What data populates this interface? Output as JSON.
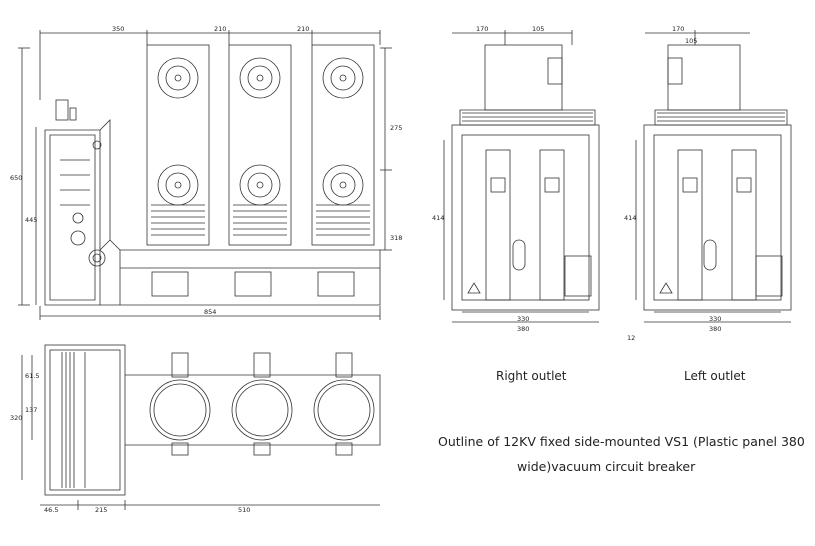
{
  "front_view": {
    "dims": {
      "top_left": "350",
      "top_mid": "210",
      "top_right": "210",
      "right_upper": "275",
      "right_lower": "318",
      "left_total": "650",
      "left_inner": "445",
      "bottom": "854"
    }
  },
  "right_outlet_view": {
    "dims": {
      "top_a": "170",
      "top_b": "105",
      "height": "414",
      "inner_width": "330",
      "outer_width": "380"
    }
  },
  "left_outlet_view": {
    "dims": {
      "top_a": "170",
      "top_b": "105",
      "height": "414",
      "inner_width": "330",
      "outer_width": "380",
      "offset": "12"
    }
  },
  "plan_view": {
    "dims": {
      "left_a": "61.5",
      "left_b": "137",
      "left_total": "320",
      "bottom_a": "46.5",
      "bottom_b": "215",
      "bottom_c": "510"
    }
  },
  "labels": {
    "right_outlet": "Right outlet",
    "left_outlet": "Left outlet",
    "caption_line1": "Outline of 12KV fixed side-mounted VS1 (Plastic panel 380",
    "caption_line2": "wide)vacuum circuit breaker"
  }
}
